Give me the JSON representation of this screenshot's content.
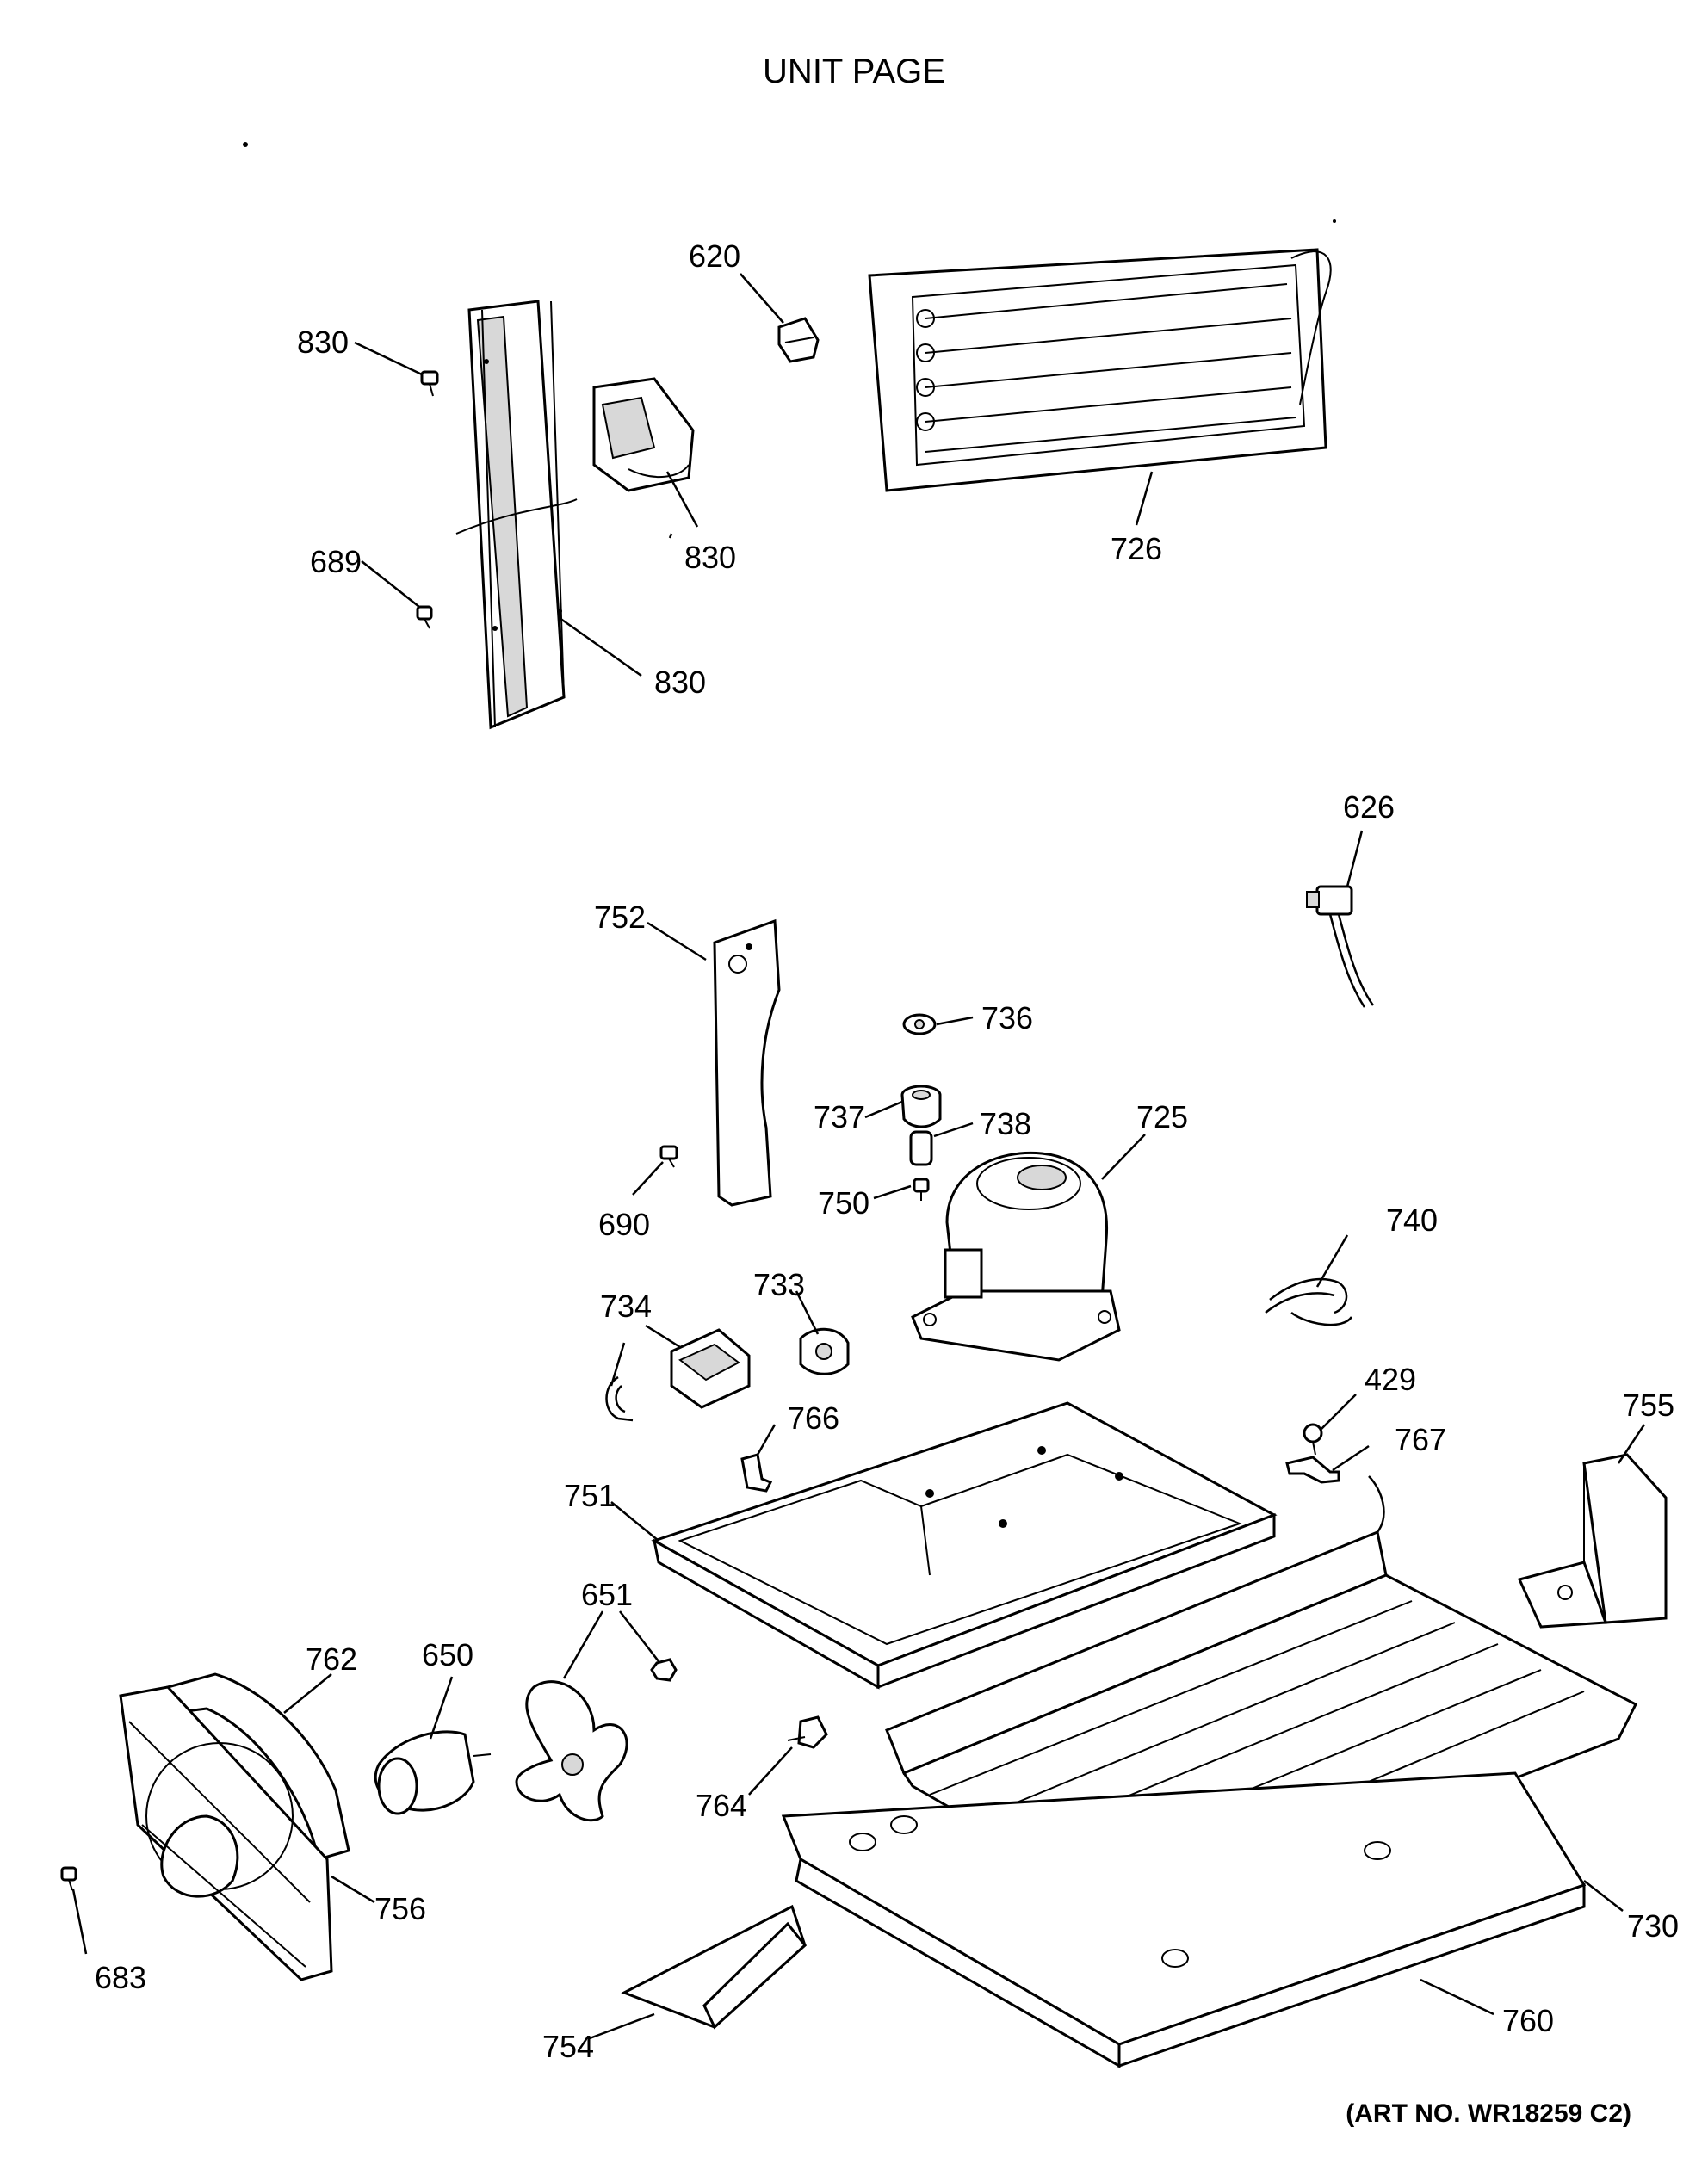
{
  "title": "UNIT PAGE",
  "art_number": "(ART NO. WR18259 C2)",
  "labels": {
    "l620": "620",
    "l830a": "830",
    "l830b": "830",
    "l830c": "830",
    "l689": "689",
    "l726": "726",
    "l626": "626",
    "l752": "752",
    "l736": "736",
    "l737": "737",
    "l738": "738",
    "l725": "725",
    "l750": "750",
    "l690": "690",
    "l740": "740",
    "l734": "734",
    "l733": "733",
    "l429": "429",
    "l767": "767",
    "l755": "755",
    "l766": "766",
    "l751": "751",
    "l651": "651",
    "l650": "650",
    "l762": "762",
    "l730": "730",
    "l764": "764",
    "l683": "683",
    "l756": "756",
    "l760": "760",
    "l754": "754"
  }
}
